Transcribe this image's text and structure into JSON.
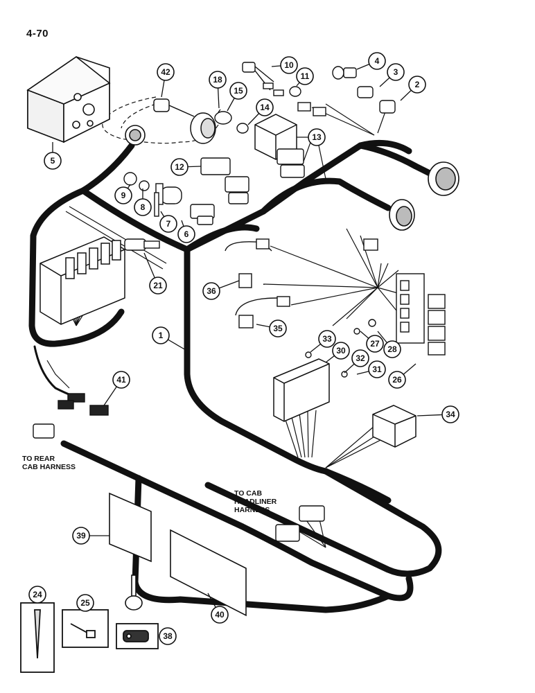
{
  "page_number": "4-70",
  "notes": {
    "rear_cab_line1": "TO REAR",
    "rear_cab_line2": "CAB HARNESS",
    "headliner_line1": "TO CAB",
    "headliner_line2": "HEADLINER",
    "headliner_line3": "HARNESS"
  },
  "callouts": [
    "1",
    "2",
    "3",
    "4",
    "5",
    "6",
    "7",
    "8",
    "9",
    "10",
    "11",
    "12",
    "13",
    "14",
    "15",
    "18",
    "21",
    "26",
    "27",
    "28",
    "30",
    "31",
    "32",
    "33",
    "34",
    "35",
    "36",
    "39",
    "40",
    "41",
    "42"
  ],
  "detail_boxes": [
    "24",
    "25",
    "38"
  ]
}
